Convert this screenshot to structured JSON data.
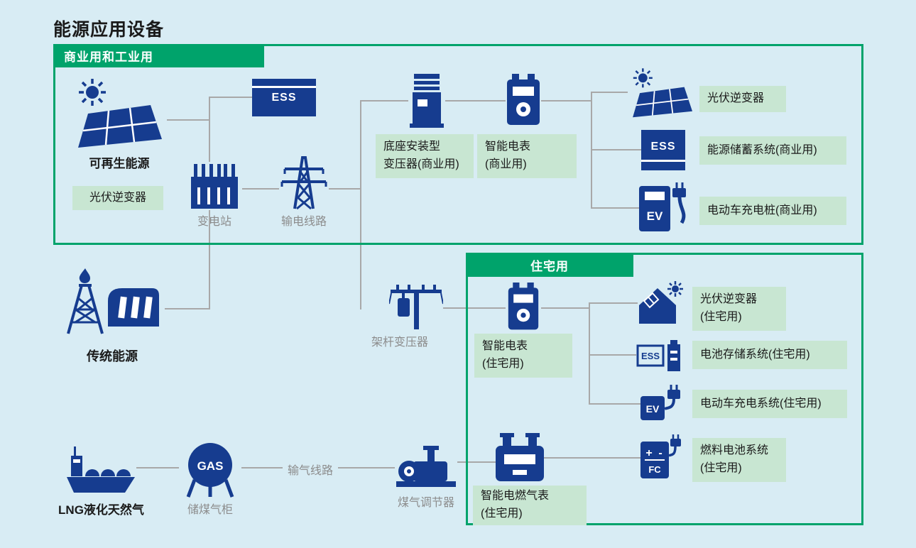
{
  "title": "能源应用设备",
  "colors": {
    "background": "#d8ecf4",
    "green": "#00a36b",
    "label_green": "#c8e6d2",
    "icon_blue": "#163c8f",
    "line_gray": "#a8a8a8",
    "gray_text": "#8c8c8c",
    "text_dark": "#1a1a1a"
  },
  "sections": {
    "commercial": {
      "header": "商业用和工业用"
    },
    "residential": {
      "header": "住宅用"
    }
  },
  "nodes": {
    "renewable": {
      "label": "可再生能源",
      "tag": "光伏逆变器"
    },
    "ess_main": {
      "icon_text": "ESS"
    },
    "substation": {
      "label": "变电站"
    },
    "transmission": {
      "label": "输电线路"
    },
    "pad_transformer": {
      "line1": "底座安装型",
      "line2": "变压器(商业用)"
    },
    "smart_meter_commercial": {
      "line1": "智能电表",
      "line2": "(商业用)"
    },
    "pv_inverter_commercial": {
      "label": "光伏逆变器"
    },
    "ess_commercial": {
      "icon_text": "ESS",
      "label": "能源储蓄系统(商业用)"
    },
    "ev_commercial": {
      "icon_text": "EV",
      "label": "电动车充电桩(商业用)"
    },
    "traditional": {
      "label": "传统能源"
    },
    "pole_transformer": {
      "label": "架杆变压器"
    },
    "smart_meter_residential": {
      "line1": "智能电表",
      "line2": "(住宅用)"
    },
    "pv_inverter_residential": {
      "line1": "光伏逆变器",
      "line2": "(住宅用)"
    },
    "battery_residential": {
      "icon_text": "ESS",
      "label": "电池存储系统(住宅用)"
    },
    "ev_residential": {
      "icon_text": "EV",
      "label": "电动车充电系统(住宅用)"
    },
    "fuel_cell": {
      "icon_text": "FC",
      "plus": "+",
      "minus": "-",
      "line1": "燃料电池系统",
      "line2": "(住宅用)"
    },
    "gas_meter": {
      "line1": "智能电燃气表",
      "line2": "(住宅用)"
    },
    "lng": {
      "label": "LNG液化天然气"
    },
    "gas_tank": {
      "icon_text": "GAS",
      "label": "储煤气柜"
    },
    "gas_pipeline": {
      "label": "输气线路"
    },
    "gas_regulator": {
      "label": "煤气调节器"
    }
  }
}
